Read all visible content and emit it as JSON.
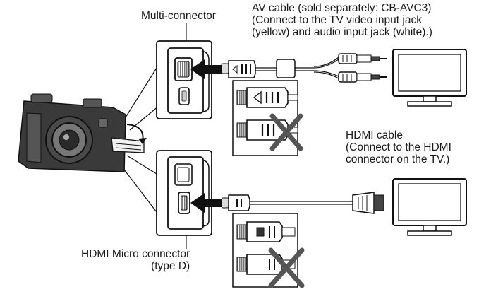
{
  "labels": {
    "multi_connector": "Multi-connector",
    "av_cable": "AV cable (sold separately: CB-AVC3)\n(Connect to the TV video input jack\n(yellow) and audio input jack (white).)",
    "hdmi_cable": "HDMI cable\n(Connect to the HDMI\nconnector on the TV.)",
    "hdmi_micro": "HDMI Micro connector\n(type D)"
  },
  "icons": [
    "camera",
    "multi-connector-port",
    "hdmi-micro-port",
    "av-cable-plug",
    "hdmi-cable-plug",
    "rca-plug-yellow",
    "rca-plug-white",
    "tv",
    "incorrect-cross"
  ]
}
